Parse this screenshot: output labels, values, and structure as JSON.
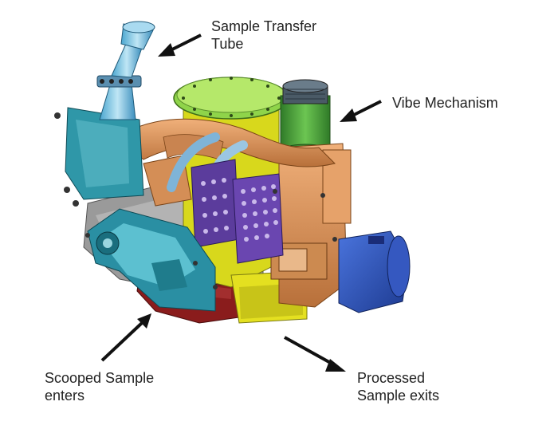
{
  "labels": {
    "sample_transfer_tube": [
      "Sample Transfer",
      "Tube"
    ],
    "vibe_mechanism": [
      "Vibe Mechanism"
    ],
    "scooped_sample": [
      "Scooped Sample",
      "enters"
    ],
    "processed_sample": [
      "Processed",
      "Sample exits"
    ]
  },
  "colors": {
    "tube": "#7ec8e8",
    "teal_frame": "#2a8fa3",
    "orange_duct": "#d8935a",
    "green_mechanism": "#4a9c3a",
    "yellow_body": "#e0e020",
    "purple_plate": "#5a3a9a",
    "blue_motor": "#2d4fb5",
    "red_housing": "#8a1c1c",
    "gray_base": "#8a8a8a",
    "arrow": "#111111"
  }
}
